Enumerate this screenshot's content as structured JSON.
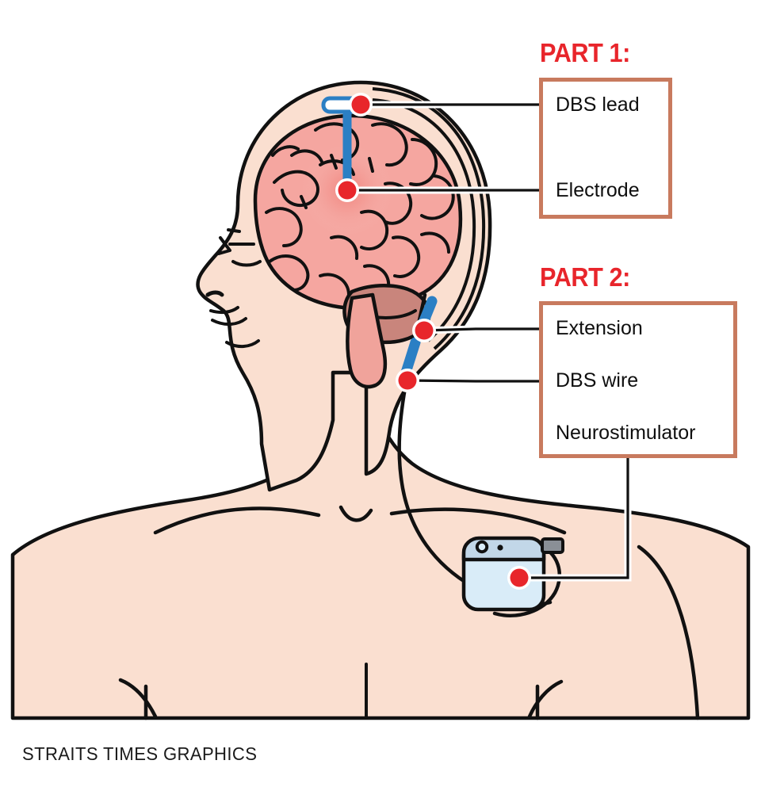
{
  "graphic": {
    "credit": "STRAITS TIMES GRAPHICS",
    "subject": "Deep brain stimulation (DBS) system",
    "colors": {
      "heading_red": "#e8252b",
      "box_border": "#c87a5e",
      "skin": "#fadfd0",
      "brain": "#f5a6a0",
      "cerebellum": "#c9857c",
      "lead_blue": "#2b7fc4",
      "marker_red": "#e8262b",
      "device_body": "#d9ecf8",
      "device_header": "#c2d7e8",
      "connector_gray": "#8a8f96",
      "outline": "#111111"
    }
  },
  "callouts": [
    {
      "heading": "PART 1:",
      "items": [
        {
          "label": "DBS lead"
        },
        {
          "label": "Electrode"
        }
      ]
    },
    {
      "heading": "PART 2:",
      "items": [
        {
          "label": "Extension"
        },
        {
          "label": "DBS wire"
        },
        {
          "label": "Neurostimulator"
        }
      ]
    }
  ],
  "markers": [
    {
      "name": "dbs-lead-marker"
    },
    {
      "name": "electrode-marker"
    },
    {
      "name": "extension-marker"
    },
    {
      "name": "dbs-wire-marker"
    },
    {
      "name": "neurostimulator-marker"
    }
  ]
}
